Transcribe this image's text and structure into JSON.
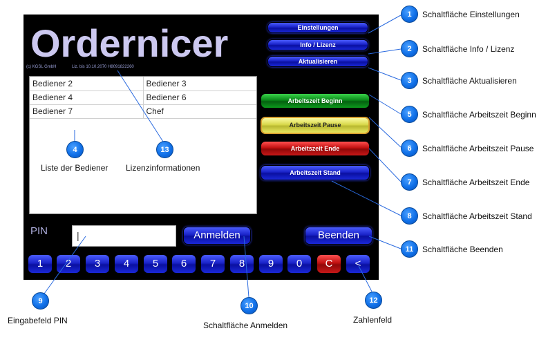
{
  "app": {
    "title": "Ordernicer",
    "company": "(c) KGSL GmbH",
    "license": "Liz. bis 10.10.2070 H8091822260"
  },
  "users": [
    [
      "Bediener 2",
      "Bediener 3"
    ],
    [
      "Bediener 4",
      "Bediener 6"
    ],
    [
      "Bediener 7",
      "Chef"
    ]
  ],
  "buttons": {
    "settings": "Einstellungen",
    "info": "Info / Lizenz",
    "update": "Aktualisieren",
    "work_start": "Arbeitszeit Beginn",
    "work_pause": "Arbeitszeit Pause",
    "work_end": "Arbeitszeit Ende",
    "work_status": "Arbeitszeit Stand",
    "login": "Anmelden",
    "quit": "Beenden"
  },
  "pin": {
    "label": "PIN",
    "value": "|"
  },
  "numpad": [
    "1",
    "2",
    "3",
    "4",
    "5",
    "6",
    "7",
    "8",
    "9",
    "0",
    "C",
    "<"
  ],
  "callouts": {
    "c1": {
      "num": "1",
      "text": "Schaltfläche Einstellungen"
    },
    "c2": {
      "num": "2",
      "text": "Schaltfläche Info / Lizenz"
    },
    "c3": {
      "num": "3",
      "text": "Schaltfläche Aktualisieren"
    },
    "c4": {
      "num": "4",
      "text": "Liste der Bediener"
    },
    "c5": {
      "num": "5",
      "text": "Schaltfläche Arbeitszeit Beginn"
    },
    "c6": {
      "num": "6",
      "text": "Schaltfläche Arbeitszeit Pause"
    },
    "c7": {
      "num": "7",
      "text": "Schaltfläche Arbeitszeit Ende"
    },
    "c8": {
      "num": "8",
      "text": "Schaltfläche Arbeitszeit Stand"
    },
    "c9": {
      "num": "9",
      "text": "Eingabefeld PIN"
    },
    "c10": {
      "num": "10",
      "text": "Schaltfläche Anmelden"
    },
    "c11": {
      "num": "11",
      "text": "Schaltfläche Beenden"
    },
    "c12": {
      "num": "12",
      "text": "Zahlenfeld"
    },
    "c13": {
      "num": "13",
      "text": "Lizenzinformationen"
    }
  },
  "colors": {
    "app_background": "#000000",
    "title": "#ccc8f0",
    "button_blue": "#1a23c8",
    "button_green": "#0a8a1a",
    "button_yellow": "#d8d84a",
    "button_red": "#c01010",
    "callout": "#1070e8"
  }
}
